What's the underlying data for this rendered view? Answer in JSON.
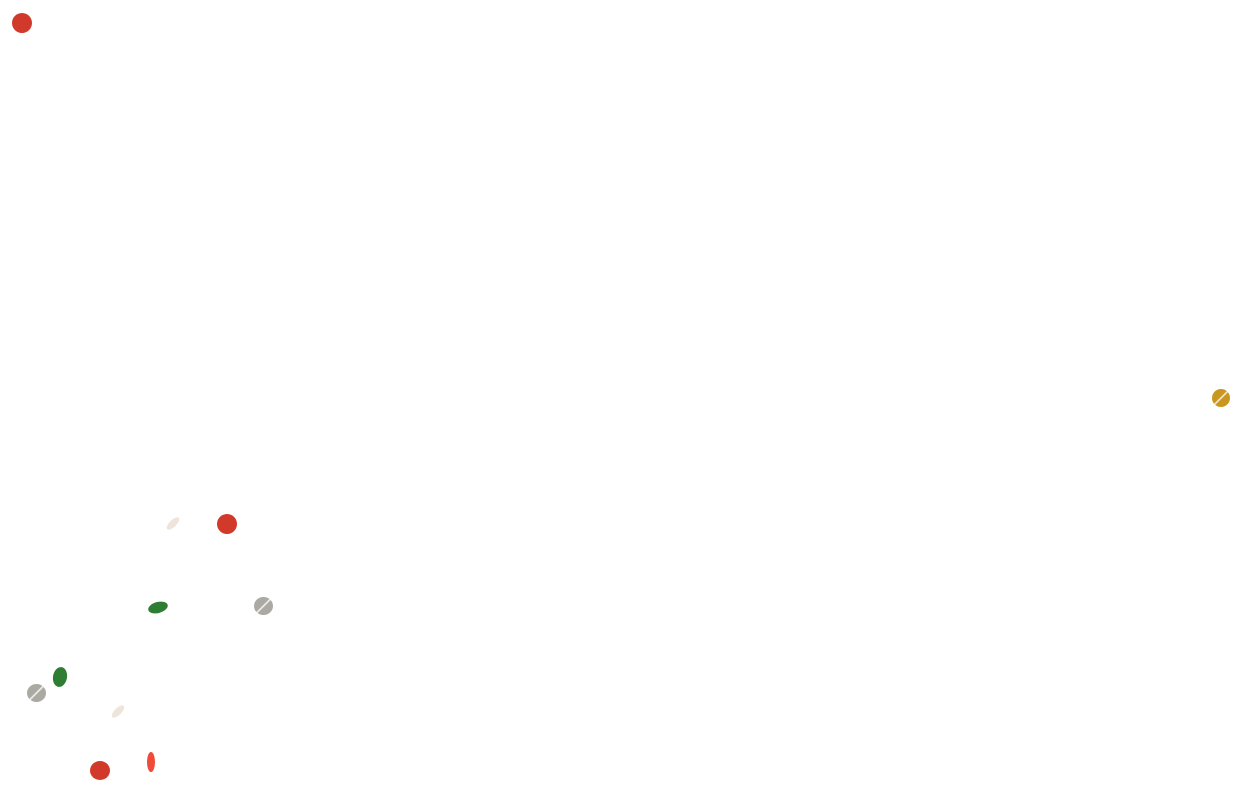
{
  "colors": {
    "red": "#d13a2a",
    "gold": "#c9961f",
    "green": "#2e7d32",
    "gray": "#aaa9a2",
    "pale": "#efe4da",
    "orange_red": "#f04a3a"
  },
  "confetti": [
    {
      "color": "red"
    },
    {
      "color": "gold"
    },
    {
      "color": "pale"
    },
    {
      "color": "red"
    },
    {
      "color": "green"
    },
    {
      "color": "gray"
    },
    {
      "color": "green"
    },
    {
      "color": "gray"
    },
    {
      "color": "pale"
    },
    {
      "color": "red"
    },
    {
      "color": "orange_red"
    }
  ]
}
